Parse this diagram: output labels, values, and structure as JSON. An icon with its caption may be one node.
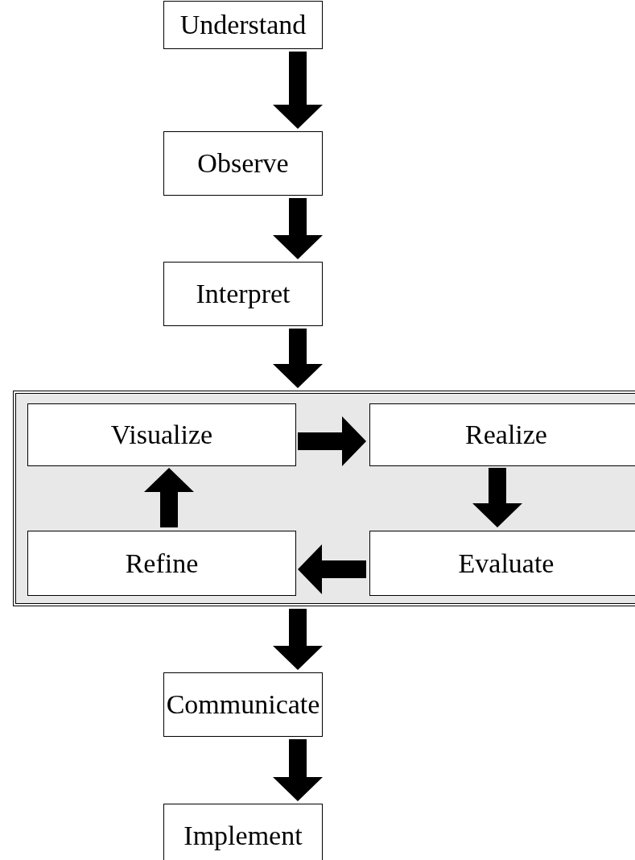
{
  "diagram": {
    "nodes": [
      {
        "text": [
          "Understand"
        ]
      },
      {
        "text": [
          "Observe"
        ]
      },
      {
        "text": [
          "Interpret"
        ]
      },
      {
        "text": [],
        "shape": "box"
      },
      {
        "text": [
          "Visualize"
        ],
        "in": 3
      },
      {
        "text": [
          "Realize"
        ],
        "in": 3
      },
      {
        "text": [
          "Refine"
        ],
        "in": 3
      },
      {
        "text": [
          "Evaluate"
        ],
        "in": 3
      },
      {
        "text": [
          "Communicate"
        ]
      },
      {
        "text": [
          "Implement"
        ]
      }
    ],
    "edges": [
      {
        "from": 0,
        "to": 1,
        "arrow": "to"
      },
      {
        "from": 1,
        "to": 2,
        "arrow": "to"
      },
      {
        "from": 2,
        "to": 3,
        "arrow": "to"
      },
      {
        "from": 4,
        "to": 5,
        "arrow": "to"
      },
      {
        "from": 5,
        "to": 7,
        "arrow": "to"
      },
      {
        "from": 7,
        "to": 6,
        "arrow": "to"
      },
      {
        "from": 6,
        "to": 4,
        "arrow": "to"
      },
      {
        "from": 3,
        "to": 8,
        "arrow": "to"
      },
      {
        "from": 8,
        "to": 9,
        "arrow": "to"
      }
    ]
  }
}
